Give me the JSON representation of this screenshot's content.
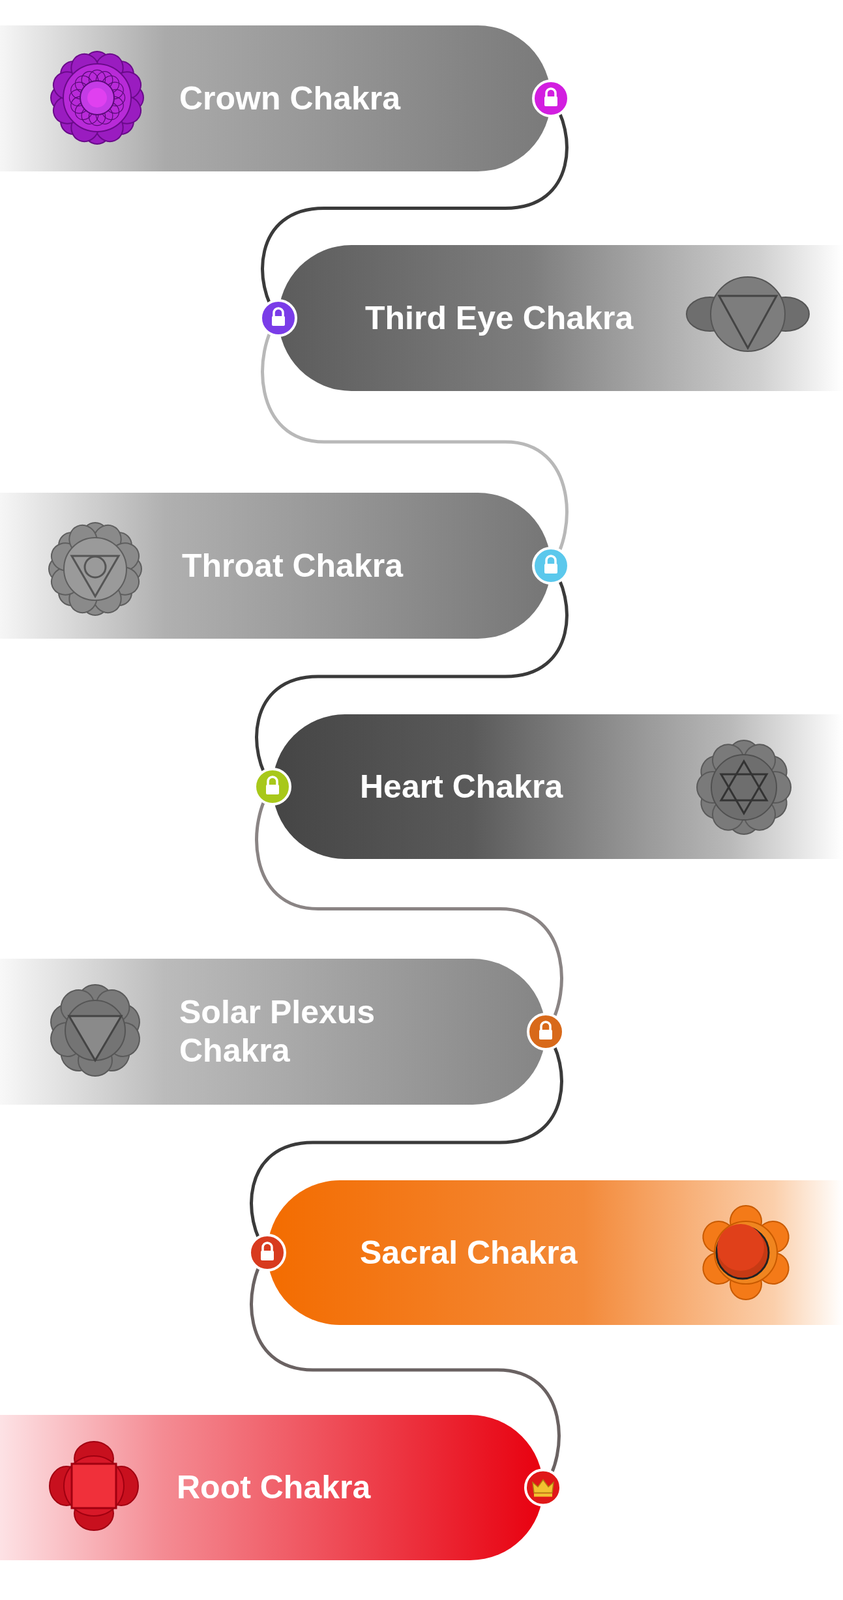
{
  "diagram": {
    "nodes": [
      {
        "text": [
          "Crown Chakra"
        ]
      },
      {
        "text": [
          "Third Eye Chakra"
        ]
      },
      {
        "text": [
          "Throat Chakra"
        ]
      },
      {
        "text": [
          "Heart Chakra"
        ]
      },
      {
        "text": [
          "Solar Plexus Chakra"
        ]
      },
      {
        "text": [
          "Sacral Chakra"
        ]
      },
      {
        "text": [
          "Root Chakra"
        ]
      }
    ],
    "edges": [
      {
        "from": 0,
        "to": 1,
        "arrow": "none"
      },
      {
        "from": 1,
        "to": 2,
        "arrow": "none"
      },
      {
        "from": 2,
        "to": 3,
        "arrow": "none"
      },
      {
        "from": 3,
        "to": 4,
        "arrow": "none"
      },
      {
        "from": 4,
        "to": 5,
        "arrow": "none"
      },
      {
        "from": 5,
        "to": 6,
        "arrow": "none"
      }
    ]
  }
}
